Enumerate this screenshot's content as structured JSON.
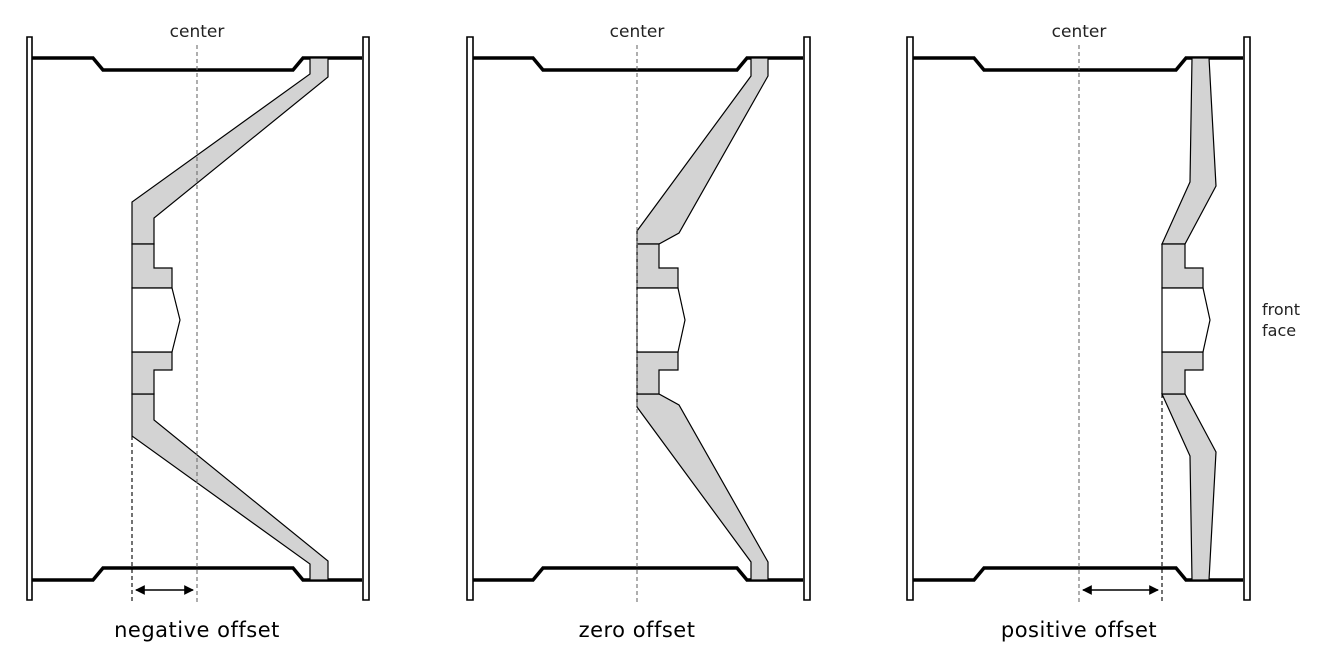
{
  "panels": [
    {
      "center_label": "center",
      "caption": "negative offset"
    },
    {
      "center_label": "center",
      "caption": "zero offset"
    },
    {
      "center_label": "center",
      "caption": "positive offset"
    }
  ],
  "front_face_label": [
    "front",
    "face"
  ],
  "colors": {
    "disc_fill": "#d3d3d3",
    "centerline": "#6d6d6d",
    "outline": "#000000"
  }
}
